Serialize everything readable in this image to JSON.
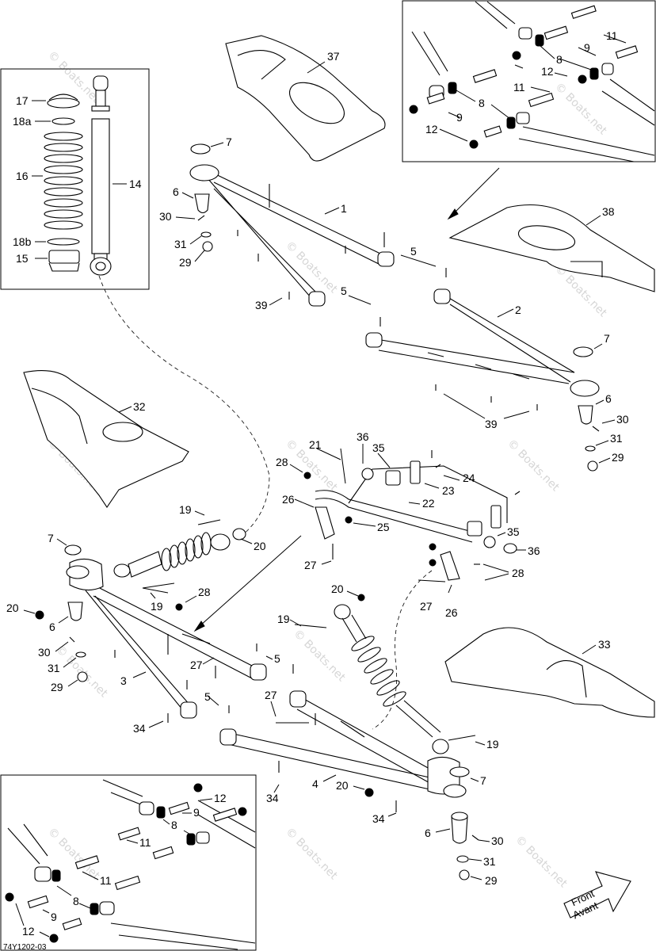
{
  "diagram_code": "74Y1202-03",
  "direction_label": [
    "Front",
    "Avant"
  ],
  "watermark": "© Boats.net",
  "callouts": {
    "shock_detail": {
      "c17": "17",
      "c18a": "18a",
      "c16": "16",
      "c14": "14",
      "c18b": "18b",
      "c15": "15"
    },
    "upper_bushing_detail": {
      "a11": "11",
      "a9": "9",
      "a8": "8",
      "a12": "12",
      "b11": "11",
      "b8": "8",
      "b9": "9",
      "b12": "12"
    },
    "lower_bushing_detail": {
      "a12": "12",
      "a9": "9",
      "a8": "8",
      "a11": "11",
      "b11": "11",
      "b8": "8",
      "b9": "9",
      "b12": "12"
    },
    "front_upper": {
      "c37": "37",
      "c7": "7",
      "c1": "1",
      "c6": "6",
      "c30": "30",
      "c31": "31",
      "c29": "29",
      "c5a": "5",
      "c5b": "5",
      "c39": "39",
      "c38": "38",
      "c2": "2",
      "c7b": "7",
      "c6b": "6",
      "c30b": "30",
      "c31b": "31",
      "c29b": "29",
      "c39b": "39"
    },
    "sway_bar": {
      "c32": "32",
      "c36a": "36",
      "c35a": "35",
      "c21": "21",
      "c28a": "28",
      "c24": "24",
      "c23": "23",
      "c26a": "26",
      "c22": "22",
      "c25": "25",
      "c35b": "35",
      "c36b": "36",
      "c27a": "27",
      "c28b": "28",
      "c27b": "27",
      "c26b": "26"
    },
    "front_lower": {
      "c19a": "19",
      "c7": "7",
      "c20a": "20",
      "c19b": "19",
      "c28": "28",
      "c20b": "20",
      "c6": "6",
      "c30": "30",
      "c31": "31",
      "c29": "29",
      "c27a": "27",
      "c5a": "5",
      "c3": "3",
      "c5b": "5",
      "c34a": "34",
      "c20c": "20",
      "c19c": "19",
      "c33": "33",
      "c27b": "27",
      "c19d": "19",
      "c4": "4",
      "c20d": "20",
      "c7b": "7",
      "c34b": "34",
      "c34c": "34",
      "c6b": "6",
      "c30b": "30",
      "c31b": "31",
      "c29b": "29"
    }
  }
}
